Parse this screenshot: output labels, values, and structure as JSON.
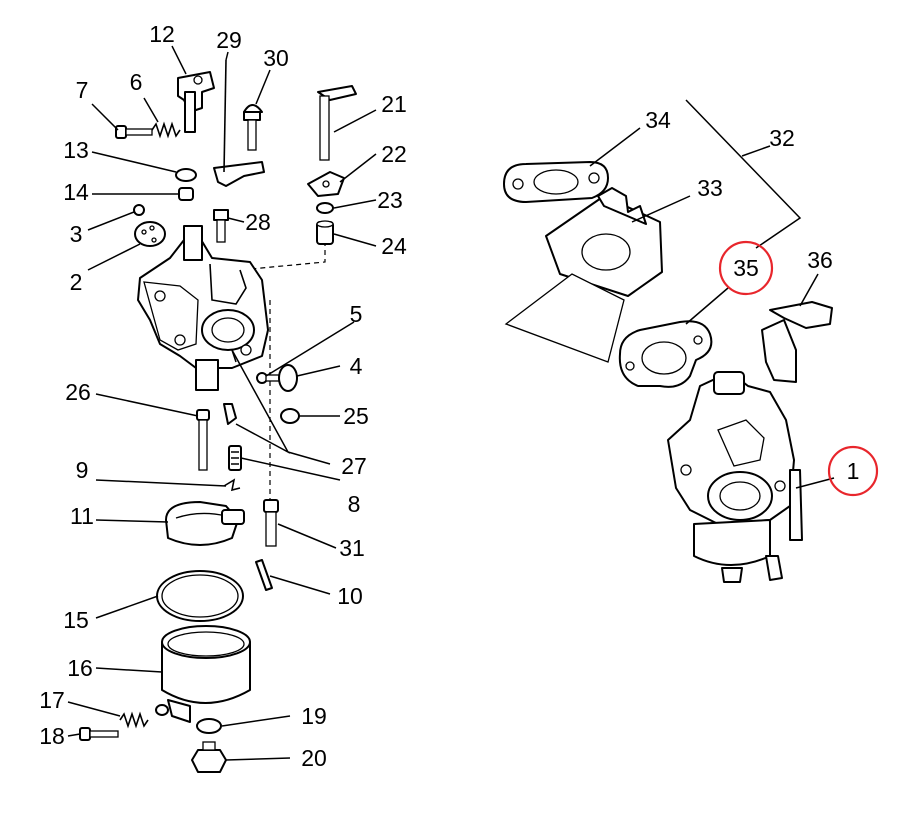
{
  "highlight_color": "#e8262c",
  "labels": {
    "p1": "1",
    "p2": "2",
    "p3": "3",
    "p4": "4",
    "p5": "5",
    "p6": "6",
    "p7": "7",
    "p8": "8",
    "p9": "9",
    "p10": "10",
    "p11": "11",
    "p12": "12",
    "p13": "13",
    "p14": "14",
    "p15": "15",
    "p16": "16",
    "p17": "17",
    "p18": "18",
    "p19": "19",
    "p20": "20",
    "p21": "21",
    "p22": "22",
    "p23": "23",
    "p24": "24",
    "p25": "25",
    "p26": "26",
    "p27": "27",
    "p28": "28",
    "p29": "29",
    "p30": "30",
    "p31": "31",
    "p32": "32",
    "p33": "33",
    "p34": "34",
    "p35": "35",
    "p36": "36"
  },
  "highlighted": [
    "p1",
    "p35"
  ]
}
